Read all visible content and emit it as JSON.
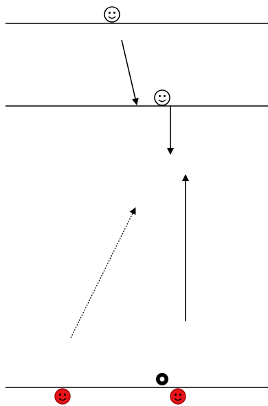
{
  "diagram": {
    "background": "#ffffff",
    "colors": {
      "line": "#000000",
      "player_outline": "#000000",
      "player_fill": "#ffffff",
      "opponent_fill": "#e8141a",
      "opponent_outline": "#9a0000",
      "ball": "#000000"
    },
    "players": [
      {
        "id": "player-top",
        "icon": "smiley-face-icon",
        "team": "white"
      },
      {
        "id": "player-middle",
        "icon": "smiley-face-icon",
        "team": "white"
      },
      {
        "id": "opponent-left",
        "icon": "red-smiley-face-icon",
        "team": "red"
      },
      {
        "id": "opponent-right",
        "icon": "red-smiley-face-icon",
        "team": "red"
      }
    ],
    "ball": {
      "icon": "ball-icon"
    },
    "lines": [
      {
        "id": "line-top"
      },
      {
        "id": "line-middle"
      },
      {
        "id": "line-bottom"
      }
    ],
    "arrows": [
      {
        "id": "arrow-diagonal-down",
        "style": "solid"
      },
      {
        "id": "arrow-down",
        "style": "solid"
      },
      {
        "id": "arrow-up",
        "style": "solid"
      },
      {
        "id": "arrow-dotted",
        "style": "dotted"
      }
    ]
  }
}
